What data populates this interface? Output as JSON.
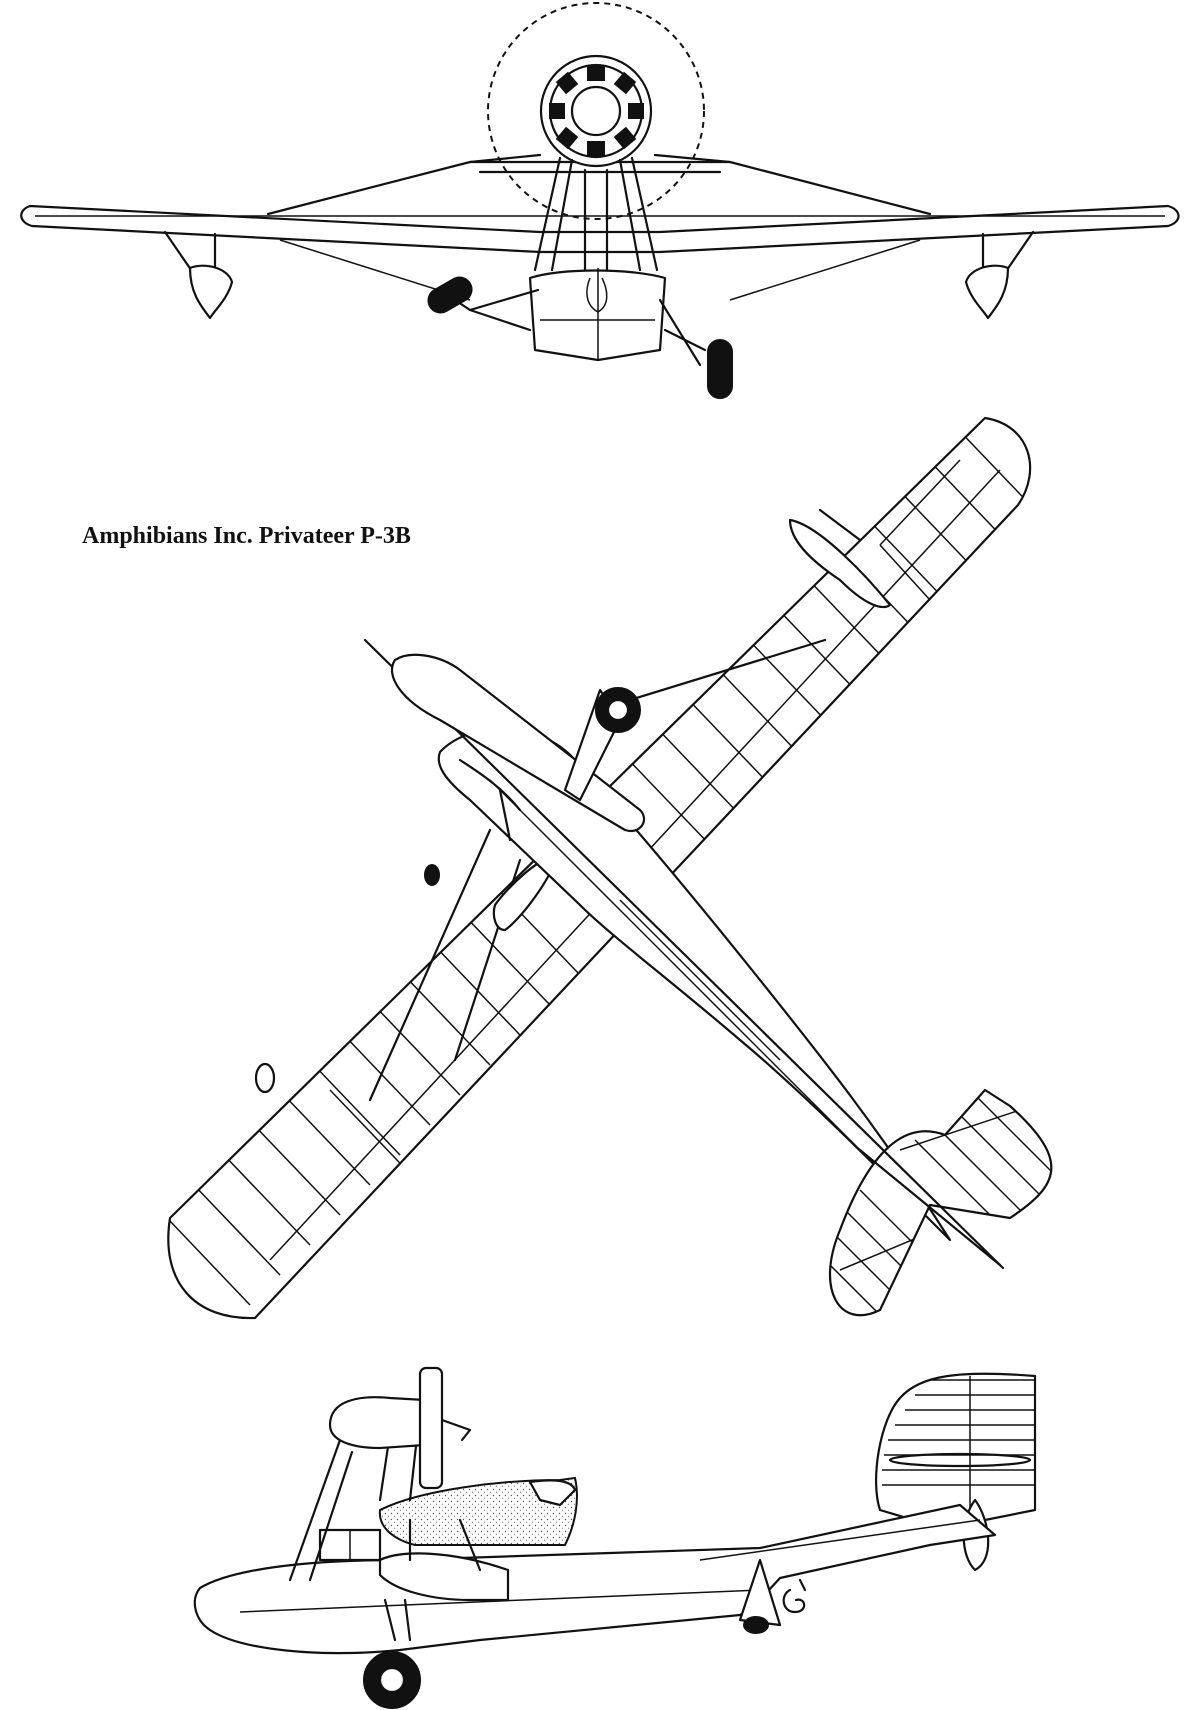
{
  "caption": "Amphibians Inc. Privateer P-3B",
  "views": [
    {
      "name": "front-view"
    },
    {
      "name": "top-view"
    },
    {
      "name": "side-view"
    }
  ],
  "colors": {
    "line": "#111111",
    "background": "#ffffff"
  }
}
